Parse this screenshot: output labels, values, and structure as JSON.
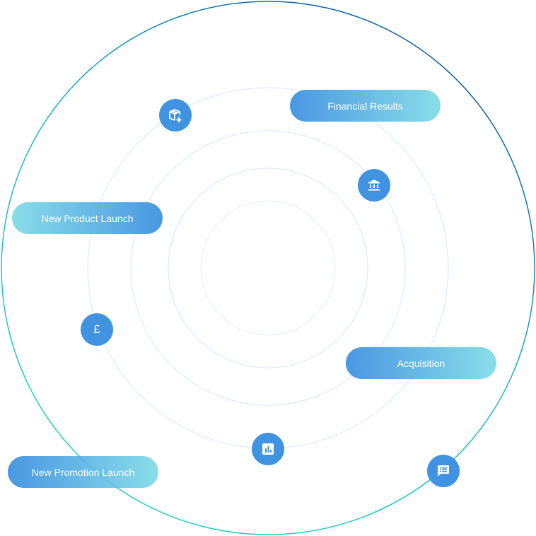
{
  "labels": {
    "financial_results": "Financial Results",
    "new_product_launch": "New Product Launch",
    "acquisition": "Acquisition",
    "new_promotion_launch": "New Promotion Launch"
  },
  "icons": {
    "pound_symbol": "£"
  },
  "colors": {
    "node": "#3f93e1",
    "ring": "#d6e6fb",
    "outer_ring_start": "#1ed8c0",
    "outer_ring_end": "#0a5fa8"
  }
}
